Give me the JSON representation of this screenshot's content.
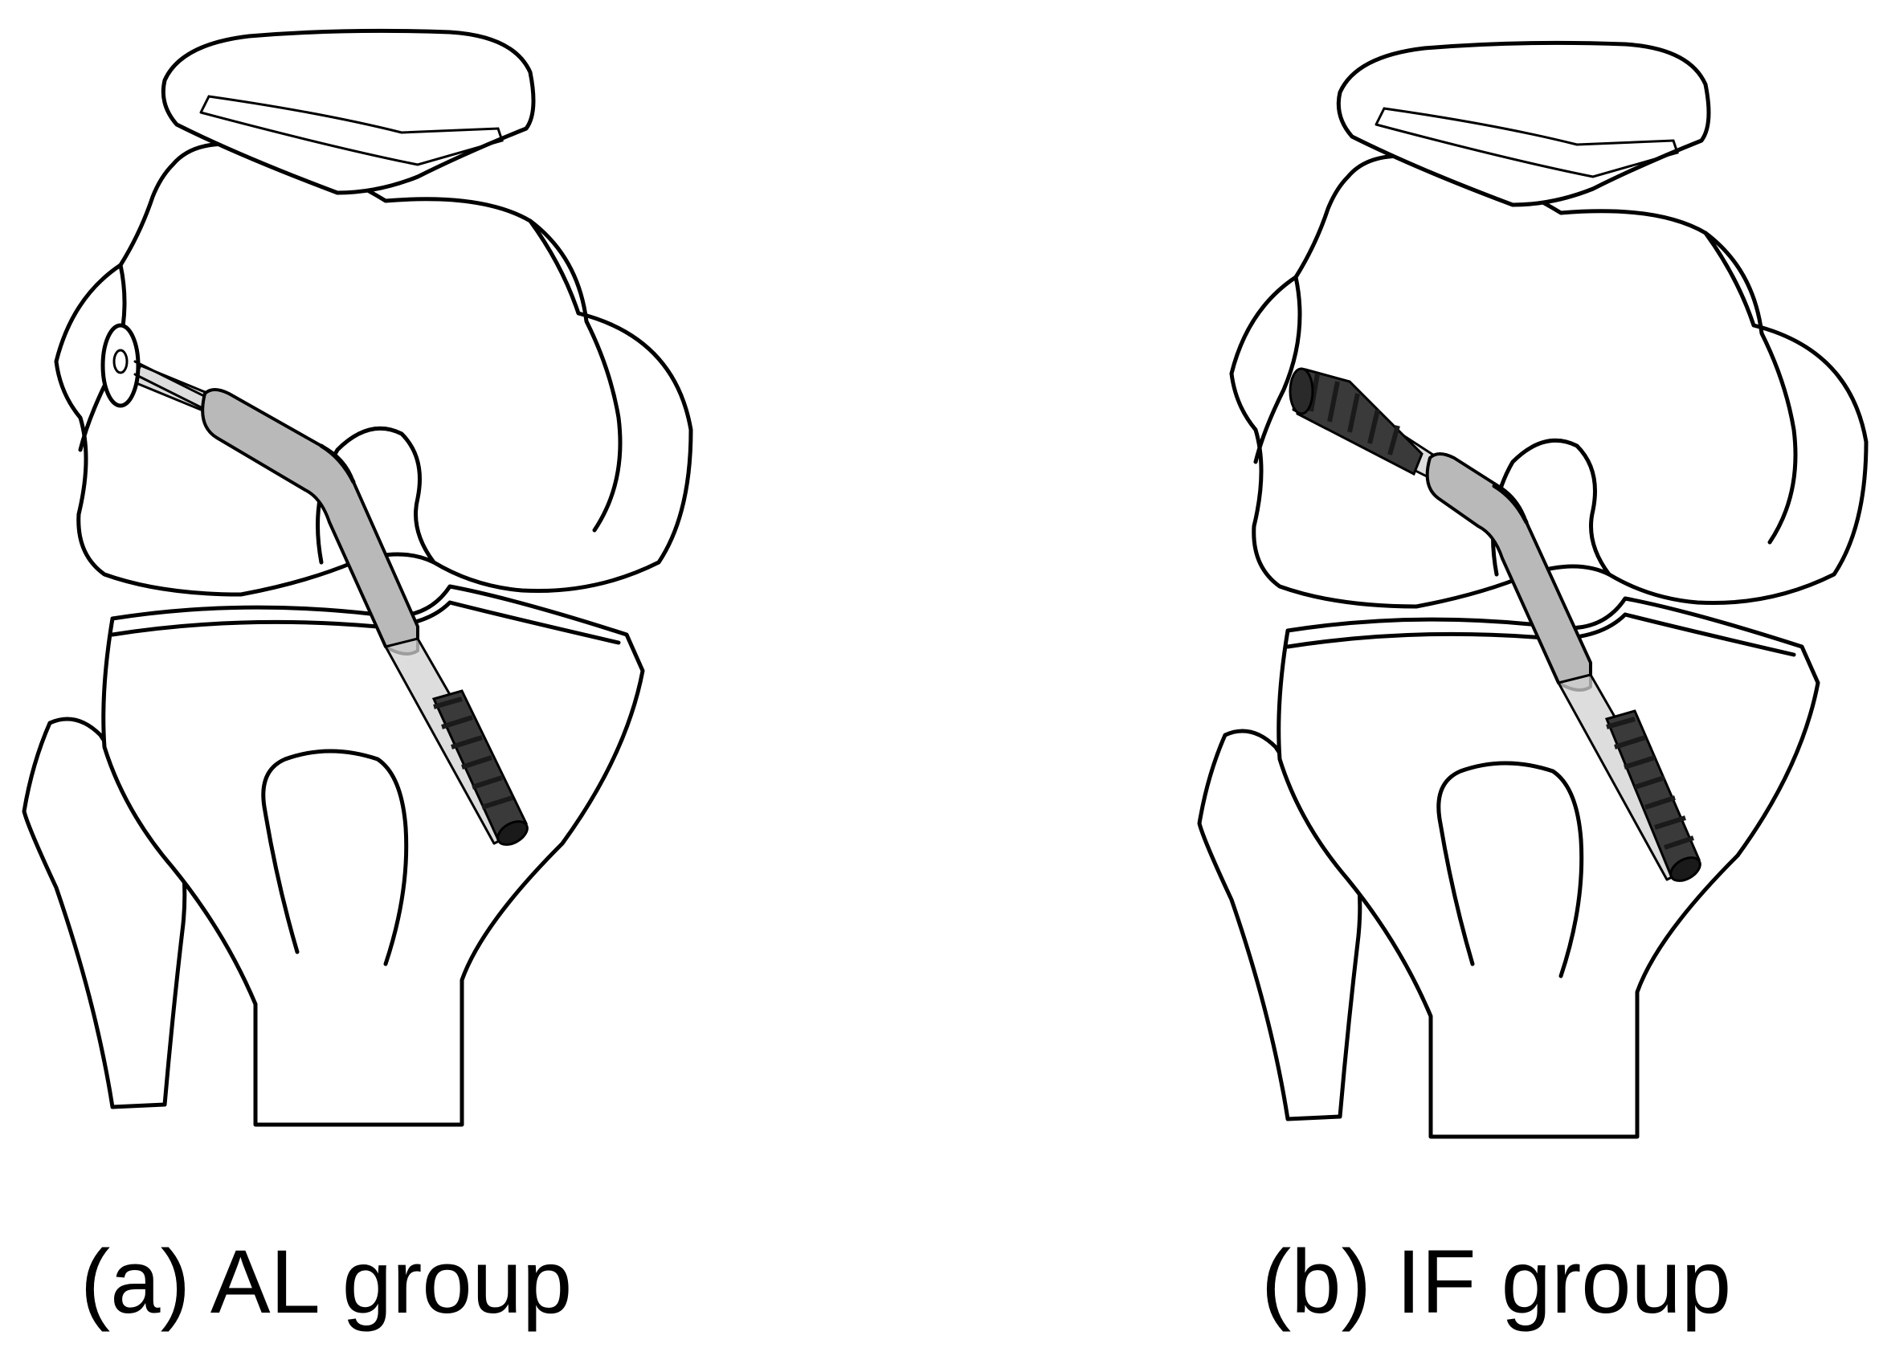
{
  "panels": [
    {
      "id": "a",
      "caption": "(a) AL group"
    },
    {
      "id": "b",
      "caption": "(b) IF group"
    }
  ]
}
